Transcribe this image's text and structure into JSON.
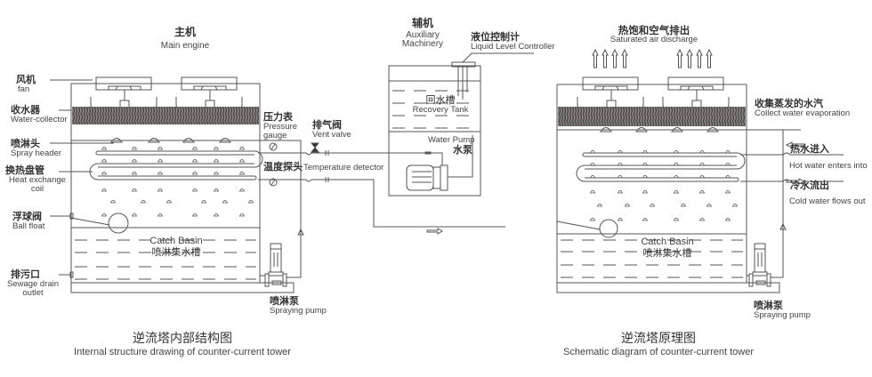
{
  "left_diagram": {
    "header": {
      "zh": "主机",
      "en": "Main engine"
    },
    "labels": {
      "fan": {
        "zh": "风机",
        "en": "fan"
      },
      "water_collector": {
        "zh": "收水器",
        "en": "Water-collector"
      },
      "spray_header": {
        "zh": "喷淋头",
        "en": "Spray header"
      },
      "heat_exchange_coil": {
        "zh": "换热盘管",
        "en_line1": "Heat exchange",
        "en_line2": "coil"
      },
      "ball_float": {
        "zh": "浮球阀",
        "en": "Ball float"
      },
      "sewage_drain": {
        "zh": "排污口",
        "en_line1": "Sewage drain",
        "en_line2": "outlet"
      },
      "pressure_gauge": {
        "zh": "压力表",
        "en_line1": "Pressure",
        "en_line2": "gauge"
      },
      "vent_valve": {
        "zh": "排气阀",
        "en": "Vent valve"
      },
      "temperature_detector": {
        "zh": "温度探头",
        "en": "Temperature detector"
      },
      "catch_basin": {
        "en": "Catch Basin",
        "zh": "喷淋集水槽"
      },
      "spraying_pump": {
        "zh": "喷淋泵",
        "en": "Spraying pump"
      }
    },
    "caption": {
      "zh": "逆流塔内部结构图",
      "en": "Internal structure drawing of counter-current tower"
    }
  },
  "auxiliary": {
    "header": {
      "zh": "辅机",
      "en_line1": "Auxiliary",
      "en_line2": "Machinery"
    },
    "liquid_level_controller": {
      "zh": "液位控制计",
      "en": "Liquid Level Controller"
    },
    "recovery_tank": {
      "zh": "回水槽",
      "en": "Recovery Tank"
    },
    "water_pump": {
      "en": "Water Pump",
      "zh": "水泵"
    }
  },
  "right_diagram": {
    "header": {
      "zh": "热饱和空气排出",
      "en": "Saturated air discharge"
    },
    "labels": {
      "collect_evaporation": {
        "zh": "收集蒸发的水汽",
        "en": "Collect water evaporation"
      },
      "hot_water_in": {
        "zh": "热水进入",
        "en": "Hot water enters into"
      },
      "cold_water_out": {
        "zh": "冷水流出",
        "en": "Cold water flows out"
      },
      "catch_basin": {
        "en": "Catch Basin",
        "zh": "喷淋集水槽"
      },
      "spraying_pump": {
        "zh": "喷淋泵",
        "en": "Spraying pump"
      }
    },
    "caption": {
      "zh": "逆流塔原理图",
      "en": "Schematic diagram of counter-current tower"
    }
  },
  "colors": {
    "line": "#555555",
    "hatch": "#6e6866",
    "text": "#333333"
  }
}
